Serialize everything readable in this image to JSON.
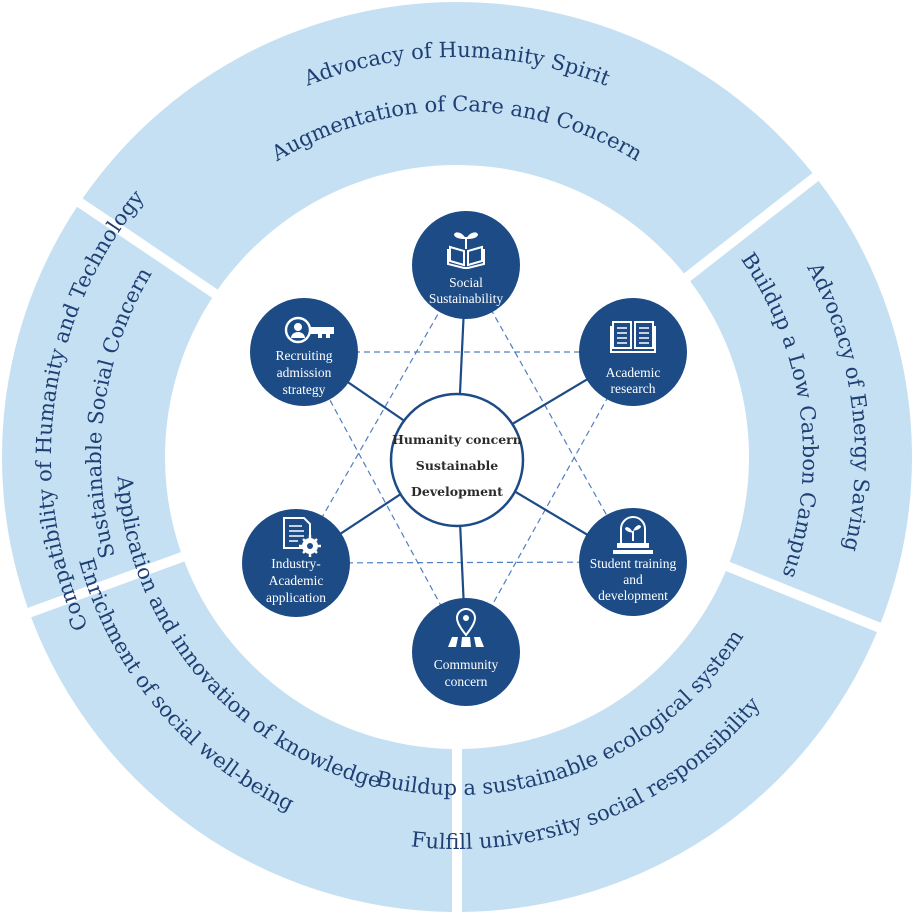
{
  "colors": {
    "segment_fill": "#c5e0f3",
    "ring_text": "#1f3f74",
    "node_fill": "#1c4b86",
    "node_text": "#ffffff",
    "line": "#1c4b86",
    "dashed": "#4f7fc0",
    "center_stroke": "#1c4b86"
  },
  "center": {
    "lines": [
      "Humanity concern",
      "Sustainable",
      "Development"
    ]
  },
  "segments": [
    {
      "id": "top",
      "lines": [
        "Advocacy of Humanity Spirit",
        "Augmentation of Care and Concern"
      ]
    },
    {
      "id": "right",
      "lines": [
        "Advocacy of Energy Saving",
        "Buildup a Low Carbon Campus"
      ]
    },
    {
      "id": "bottom-right",
      "lines": [
        "Buildup a sustainable ecological system",
        "Fulfill university social responsibility"
      ]
    },
    {
      "id": "bottom-left",
      "lines": [
        "Application and innovation of knowledge",
        "Enrichment of social well-being"
      ]
    },
    {
      "id": "left",
      "lines": [
        "Compatibility of Humanity and Technology",
        "Sustainable Social Concern"
      ]
    }
  ],
  "nodes": [
    {
      "id": "social",
      "icon": "book-sprout-icon",
      "lines": [
        "Social",
        "Sustainability"
      ]
    },
    {
      "id": "academic",
      "icon": "open-book-icon",
      "lines": [
        "Academic",
        "research"
      ]
    },
    {
      "id": "student",
      "icon": "seedling-dome-icon",
      "lines": [
        "Student training",
        "and",
        "development"
      ]
    },
    {
      "id": "community",
      "icon": "map-pin-icon",
      "lines": [
        "Community",
        "concern"
      ]
    },
    {
      "id": "industry",
      "icon": "document-gear-icon",
      "lines": [
        "Industry-",
        "Academic",
        "application"
      ]
    },
    {
      "id": "recruiting",
      "icon": "person-key-icon",
      "lines": [
        "Recruiting",
        "admission",
        "strategy"
      ]
    }
  ]
}
